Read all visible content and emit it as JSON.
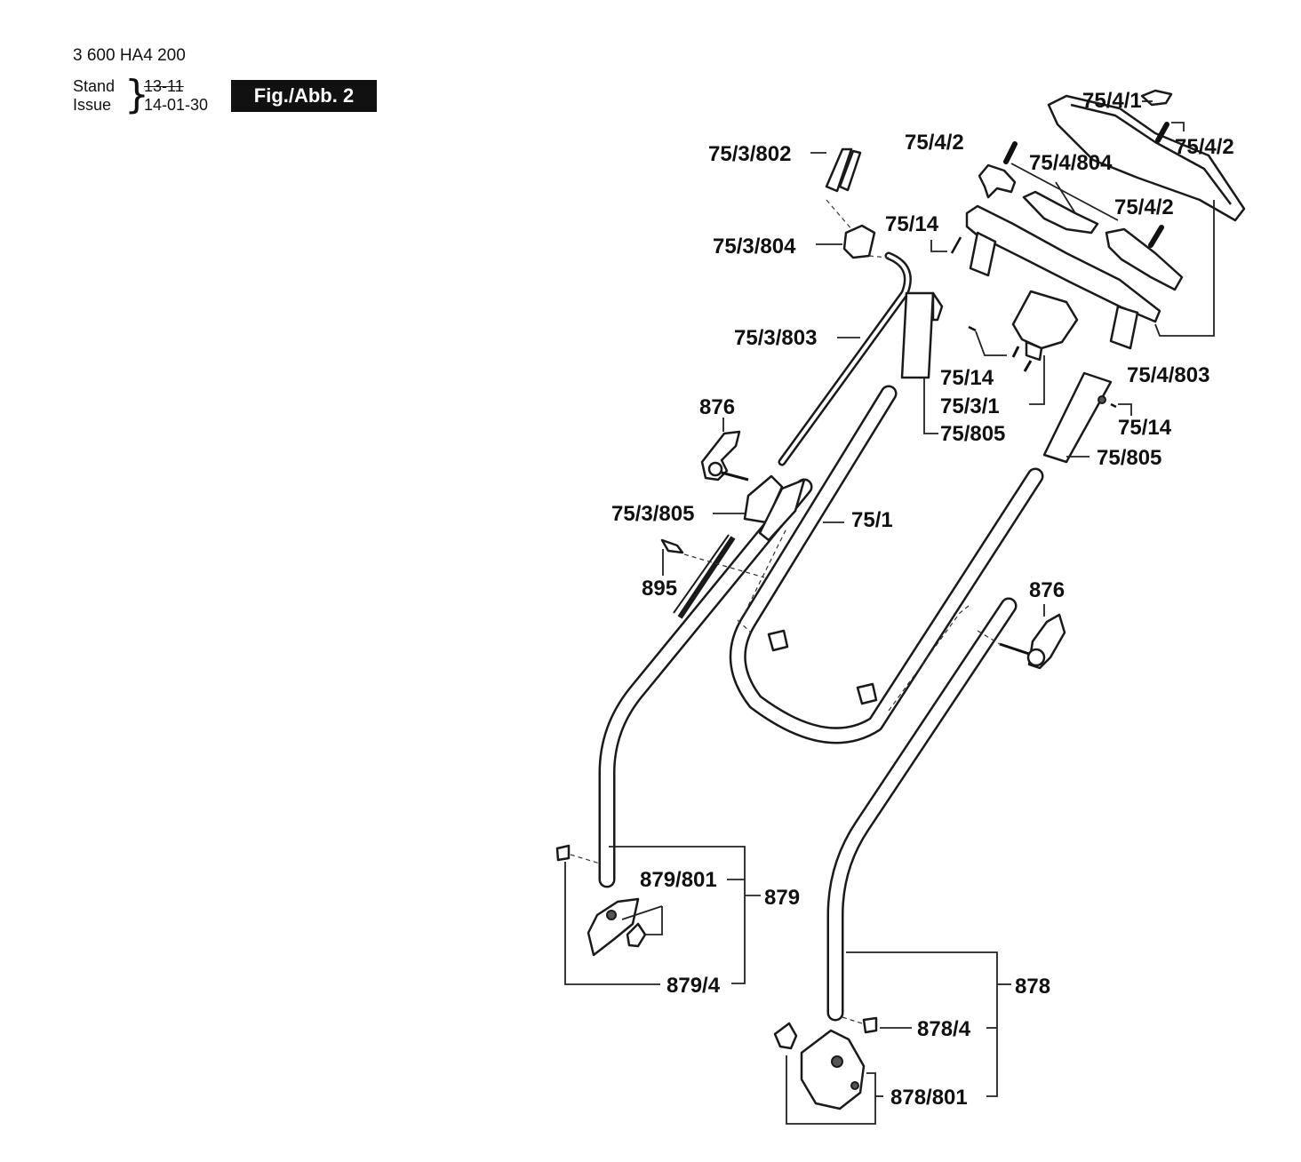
{
  "header": {
    "part_number": "3 600 HA4 200",
    "stand_label": "Stand",
    "issue_label": "Issue",
    "old_version": "13-11",
    "new_version": "14-01-30",
    "figure": "Fig./Abb. 2"
  },
  "labels": {
    "l_75_4_1": "75/4/1",
    "l_75_4_2_a": "75/4/2",
    "l_75_4_2_b": "75/4/2",
    "l_75_4_2_c": "75/4/2",
    "l_75_4_804": "75/4/804",
    "l_75_3_802": "75/3/802",
    "l_75_14_a": "75/14",
    "l_75_3_804": "75/3/804",
    "l_75_3_803": "75/3/803",
    "l_75_14_b": "75/14",
    "l_75_4_803": "75/4/803",
    "l_75_3_1": "75/3/1",
    "l_75_14_c": "75/14",
    "l_75_805_a": "75/805",
    "l_75_805_b": "75/805",
    "l_876_a": "876",
    "l_75_3_805": "75/3/805",
    "l_75_1": "75/1",
    "l_895": "895",
    "l_876_b": "876",
    "l_879_801": "879/801",
    "l_879": "879",
    "l_879_4": "879/4",
    "l_878": "878",
    "l_878_4": "878/4",
    "l_878_801": "878/801"
  }
}
